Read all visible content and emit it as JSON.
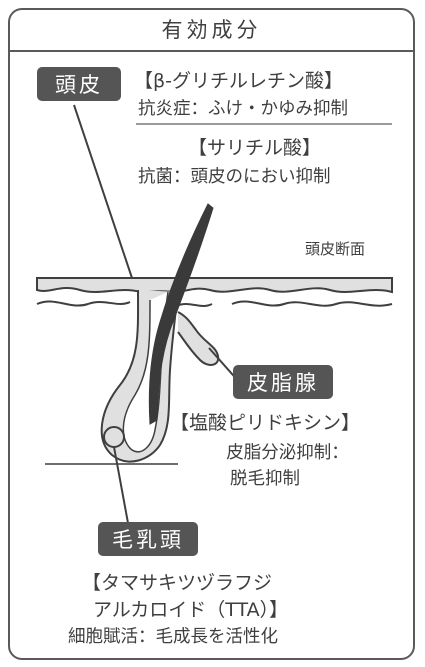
{
  "header": {
    "title": "有効成分"
  },
  "labels": {
    "scalp": "頭皮",
    "sebaceous_gland": "皮脂腺",
    "dermal_papilla": "毛乳頭",
    "scalp_section": "頭皮断面"
  },
  "ingredients": {
    "glycyrrhetinic": {
      "name": "【β-グリチルレチン酸】",
      "effect": "抗炎症：ふけ・かゆみ抑制"
    },
    "salicylic": {
      "name": "【サリチル酸】",
      "effect": "抗菌：頭皮のにおい抑制"
    },
    "pyridoxine": {
      "name": "【塩酸ピリドキシン】",
      "effect_line1": "皮脂分泌抑制：",
      "effect_line2": "脱毛抑制"
    },
    "tta": {
      "name_line1": "【タマサキツヅラフジ",
      "name_line2": "アルカロイド（TTA）】",
      "effect": "細胞賦活：毛成長を活性化"
    }
  },
  "colors": {
    "ink": "#3f3f3f",
    "label_bg": "#555555",
    "layer_fill": "#e0e0e0"
  }
}
